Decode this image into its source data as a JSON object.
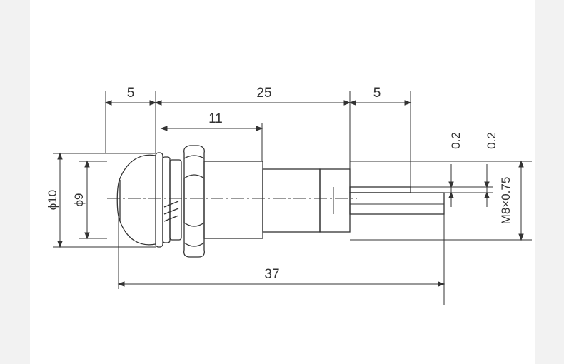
{
  "dimensions": {
    "head_length": "5",
    "body_length": "25",
    "nut_to_body": "11",
    "pin_length": "5",
    "total_length": "37",
    "outer_diameter": "ϕ10",
    "inner_diameter": "ϕ9",
    "pin_thickness_1": "0.2",
    "pin_thickness_2": "0.2",
    "thread_spec": "M8×0.75"
  },
  "colors": {
    "line": "#333333",
    "background": "#ffffff"
  }
}
